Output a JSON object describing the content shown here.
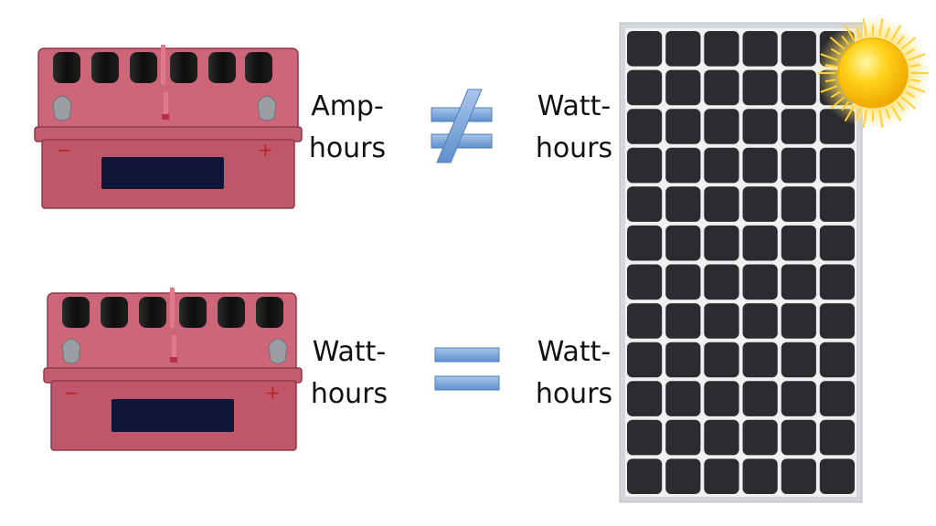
{
  "colors": {
    "battery_body": "#c0566a",
    "battery_top": "#cc6678",
    "battery_edge": "#8d3a4c",
    "terminal": "#161616",
    "window": "#0f1638",
    "symbol_blue": "#7ea6d8",
    "panel_cell": "#2a2c30",
    "panel_frame": "#d3d6da",
    "sun": "#ffc400"
  },
  "icons": [
    "battery-icon",
    "not-equal-icon",
    "equal-icon",
    "solar-panel-icon",
    "sun-icon"
  ],
  "battery": {
    "negative_sign": "−",
    "positive_sign": "+"
  },
  "rows": [
    {
      "left": {
        "line1": "Amp-",
        "line2": "hours"
      },
      "relation": "not-equal",
      "right": {
        "line1": "Watt-",
        "line2": "hours"
      }
    },
    {
      "left": {
        "line1": "Watt-",
        "line2": "hours"
      },
      "relation": "equal",
      "right": {
        "line1": "Watt-",
        "line2": "hours"
      }
    }
  ],
  "solar_panel": {
    "columns": 6,
    "rows": 12
  }
}
